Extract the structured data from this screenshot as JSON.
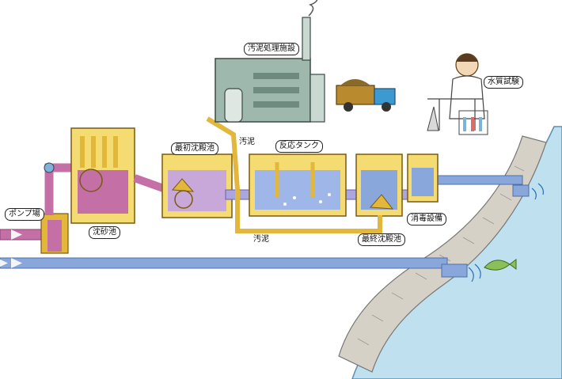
{
  "labels": {
    "sludge_facility": "汚泥処理施設",
    "water_test": "水質試験",
    "pump_station": "ポンプ場",
    "grit_chamber": "沈砂池",
    "primary_tank": "最初沈殿池",
    "sludge_upper": "汚泥",
    "reaction_tank": "反応タンク",
    "sludge_lower": "汚泥",
    "final_tank": "最終沈殿池",
    "disinfection": "消毒設備"
  },
  "colors": {
    "sewage": "#c46fa6",
    "treated": "#8aa7dc",
    "pipe": "#e2b73a",
    "tank": "#f4dc72",
    "river": "#bfe0ee",
    "stone": "#d6d1c6",
    "building": "#9fb8ad"
  }
}
